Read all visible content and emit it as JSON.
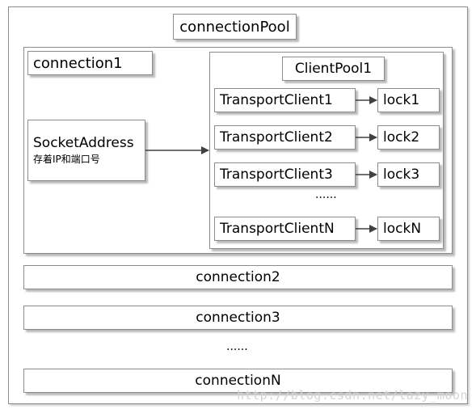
{
  "pool_title": "connectionPool",
  "connection1": {
    "title": "connection1",
    "socket_title": "SocketAddress",
    "socket_sub": "存着IP和端口号",
    "client_pool": {
      "title": "ClientPool1",
      "rows": [
        {
          "client": "TransportClient1",
          "lock": "lock1"
        },
        {
          "client": "TransportClient2",
          "lock": "lock2"
        },
        {
          "client": "TransportClient3",
          "lock": "lock3"
        }
      ],
      "ellipsis": "......",
      "last_row": {
        "client": "TransportClientN",
        "lock": "lockN"
      }
    }
  },
  "connections": [
    {
      "label": "connection2"
    },
    {
      "label": "connection3"
    }
  ],
  "connections_ellipsis": "......",
  "last_connection": {
    "label": "connectionN"
  },
  "watermark": "http://blog.csdn.net/lazy_moon",
  "colors": {
    "border": "#8c8c8c",
    "arrow": "#404040",
    "background": "#ffffff"
  }
}
